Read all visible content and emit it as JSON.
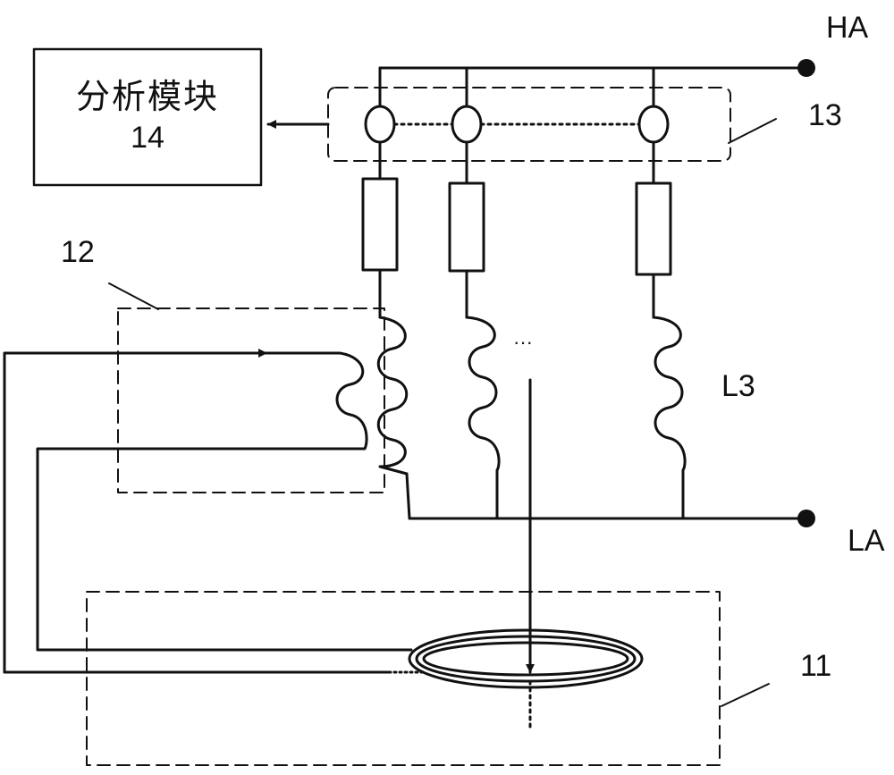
{
  "terminals": {
    "ha": "HA",
    "la": "LA"
  },
  "analysis_box": {
    "title": "分析模块",
    "number": "14"
  },
  "labels": {
    "sensor_group": "13",
    "coupler": "12",
    "coil_region": "11",
    "inductor": "L3",
    "ellipsis": "···"
  },
  "colors": {
    "line": "#111111",
    "background": "#ffffff"
  }
}
